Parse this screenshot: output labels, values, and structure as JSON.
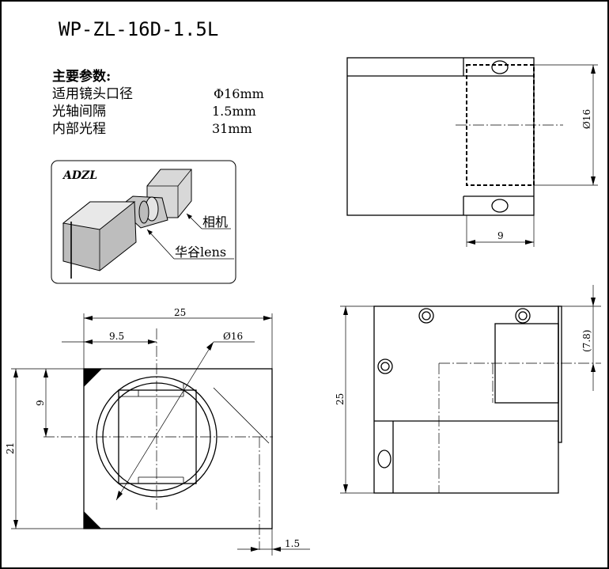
{
  "title": "WP-ZL-16D-1.5L",
  "params": {
    "heading": "主要参数:",
    "rows": [
      {
        "label": "适用镜头口径",
        "value": "Φ16mm"
      },
      {
        "label": "光轴间隔",
        "value": "1.5mm"
      },
      {
        "label": "内部光程",
        "value": "31mm"
      }
    ]
  },
  "illustration": {
    "brand": "ADZL",
    "camera_label": "相机",
    "prism_label": "华谷lens"
  },
  "dimensions": {
    "top_view_diameter": "Ø16",
    "top_view_width": "9",
    "front_width": "25",
    "front_offset": "9.5",
    "front_diameter": "Ø16",
    "front_height_9": "9",
    "front_height_21": "21",
    "front_shift": "1.5",
    "side_height": "25",
    "side_ref": "(7.8)"
  }
}
